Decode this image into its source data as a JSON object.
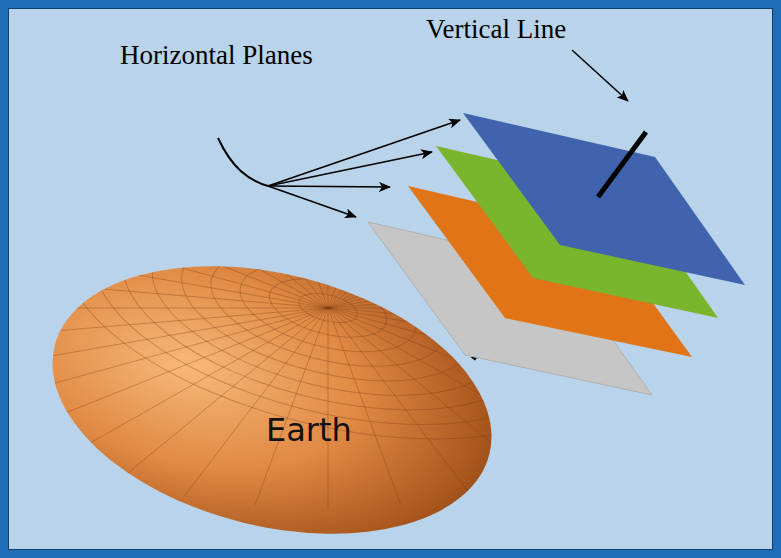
{
  "diagram": {
    "nodes": [
      {
        "text": [
          "Earth"
        ]
      }
    ],
    "labels": [
      "Vertical Line",
      "Horizontal Planes"
    ]
  }
}
